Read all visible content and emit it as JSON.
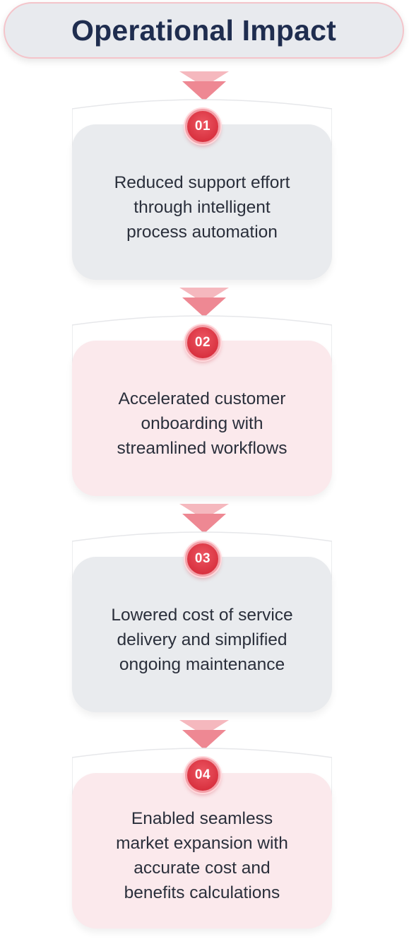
{
  "title": "Operational Impact",
  "colors": {
    "title_text": "#1f2d4f",
    "title_bg": "#e8eaee",
    "accent_red": "#d8303e",
    "arrow_pink": "#f08a94",
    "card_gray": "#e9ebee",
    "card_pink": "#fbe9ec"
  },
  "steps": [
    {
      "number": "01",
      "lines": [
        "Reduced support effort",
        "through intelligent",
        "process automation"
      ],
      "tone": "gray"
    },
    {
      "number": "02",
      "lines": [
        "Accelerated customer",
        "onboarding with",
        "streamlined workflows"
      ],
      "tone": "pink"
    },
    {
      "number": "03",
      "lines": [
        "Lowered cost of service",
        "delivery and simplified",
        "ongoing maintenance"
      ],
      "tone": "gray"
    },
    {
      "number": "04",
      "lines": [
        "Enabled seamless",
        "market expansion with",
        "accurate cost and",
        "benefits calculations"
      ],
      "tone": "pink"
    }
  ]
}
